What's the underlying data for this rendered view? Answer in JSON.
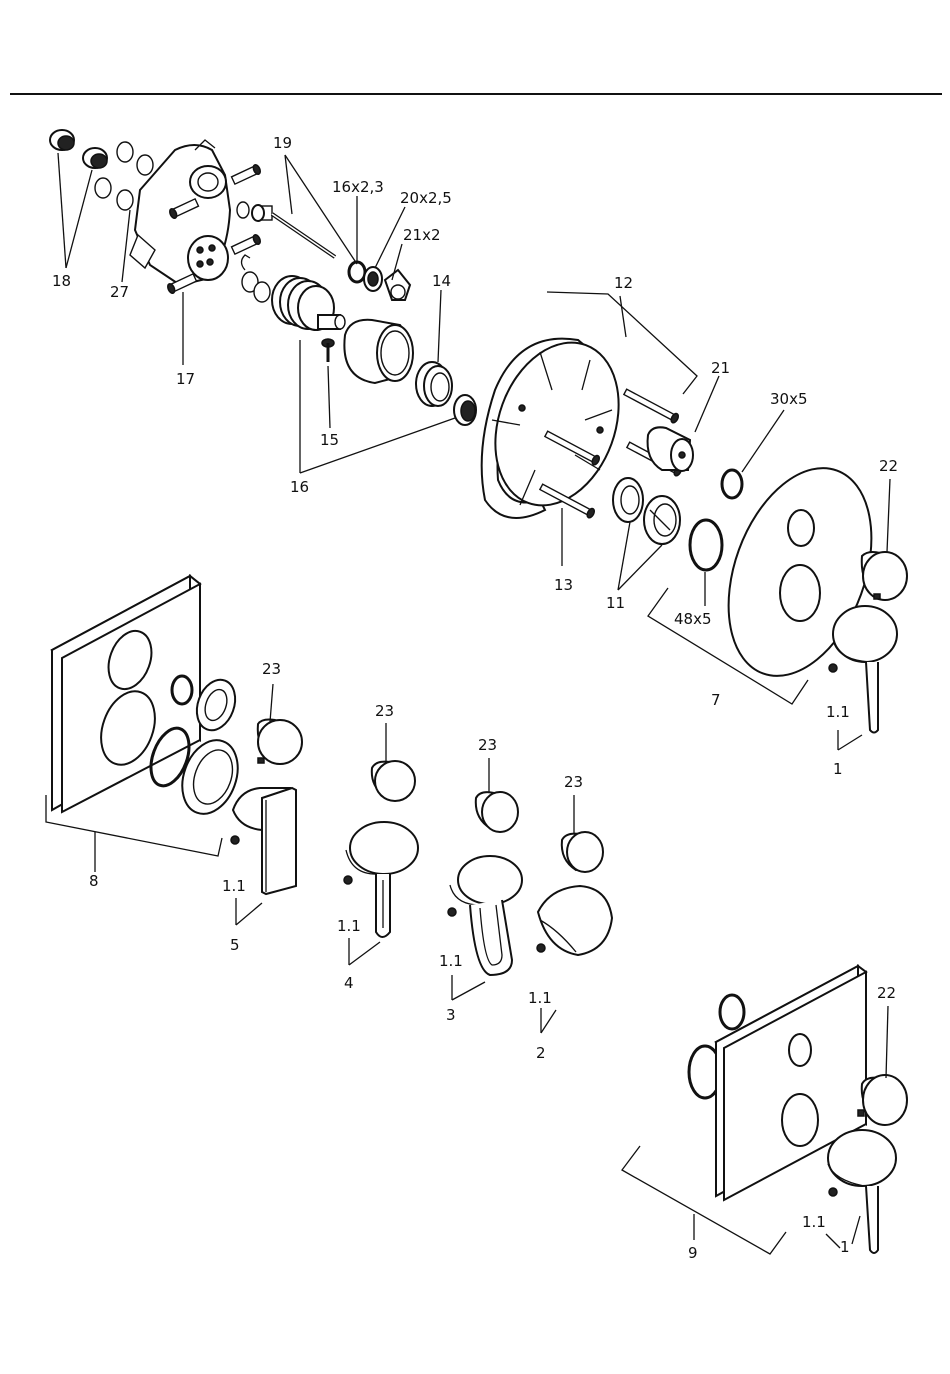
{
  "labels": {
    "p18": "18",
    "p27": "27",
    "p17": "17",
    "p19": "19",
    "o16x23": "16x2,3",
    "o20x25": "20x2,5",
    "o21x2": "21x2",
    "p14": "14",
    "p12": "12",
    "p15": "15",
    "p16": "16",
    "p21": "21",
    "o30x5": "30x5",
    "p22_top": "22",
    "p13": "13",
    "p11": "11",
    "o48x5": "48x5",
    "p7": "7",
    "p1_right": "1",
    "p11_1_right": "1.1",
    "p23_a": "23",
    "p23_b": "23",
    "p23_c": "23",
    "p23_d": "23",
    "p8": "8",
    "p11_1_a": "1.1",
    "p5": "5",
    "p11_1_b": "1.1",
    "p4": "4",
    "p11_1_c": "1.1",
    "p3": "3",
    "p11_1_d": "1.1",
    "p2": "2",
    "p22_bottom": "22",
    "p9": "9",
    "p11_1_e": "1.1",
    "p1_bottom": "1"
  }
}
